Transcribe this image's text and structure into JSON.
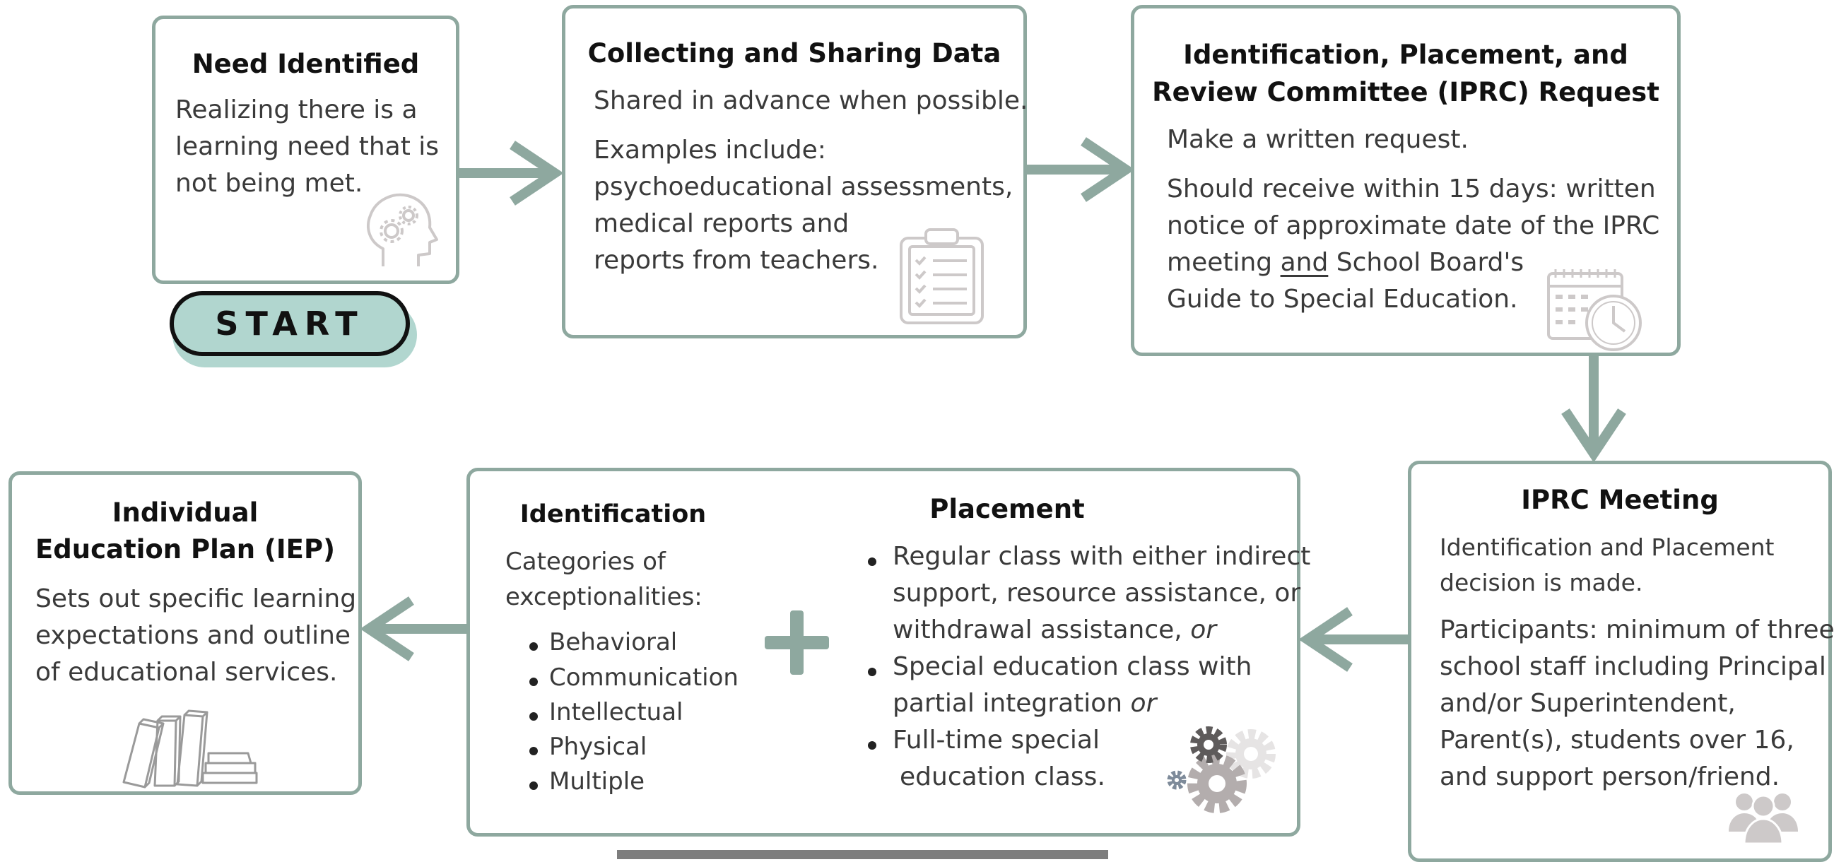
{
  "start_button": {
    "label": "START"
  },
  "cards": {
    "need": {
      "title": "Need Identified",
      "body": [
        "Realizing there is a",
        "learning need that is",
        "not being met."
      ]
    },
    "collecting": {
      "title": "Collecting and Sharing Data",
      "line1": "Shared in advance when possible.",
      "body": [
        "Examples include:",
        "psychoeducational assessments,",
        "medical reports and",
        "reports from teachers."
      ]
    },
    "request": {
      "title": [
        "Identification, Placement, and",
        "Review Committee (IPRC) Request"
      ],
      "line1": "Make a written request.",
      "body_l1": "Should receive within 15 days: written",
      "body_l2": "notice of approximate date of the IPRC",
      "body_l3_pre": "meeting ",
      "body_l3_ul": "and",
      "body_l3_post": " School Board's",
      "body_l4": "Guide to Special Education."
    },
    "meeting": {
      "title": "IPRC Meeting",
      "decision": [
        "Identification and Placement",
        "decision is made."
      ],
      "participants": [
        "Participants: minimum of three",
        "school staff including Principal",
        "and/or Superintendent,",
        "Parent(s), students over 16,",
        "and support person/friend."
      ]
    },
    "identification": {
      "title": "Identification",
      "intro": [
        "Categories of",
        "exceptionalities:"
      ],
      "categories": [
        "Behavioral",
        "Communication",
        "Intellectual",
        "Physical",
        "Multiple"
      ]
    },
    "placement": {
      "title": "Placement",
      "b1": [
        "Regular class with either indirect",
        "support, resource assistance, or"
      ],
      "b1_l3": "withdrawal assistance, ",
      "b1_or": "or",
      "b2_l1": "Special education class with",
      "b2_l2": "partial integration ",
      "b2_or": "or",
      "b3": [
        "Full-time special",
        "education class."
      ]
    },
    "iep": {
      "title": [
        "Individual",
        "Education Plan (IEP)"
      ],
      "body": [
        "Sets out specific learning",
        "expectations and outline",
        "of educational services."
      ]
    }
  },
  "colors": {
    "border": "#8ea89f",
    "arrow": "#8ea89f",
    "start_fill": "#b1d6cf",
    "icon": "#cdc9c9"
  },
  "icons": [
    "brain-gears-icon",
    "clipboard-checklist-icon",
    "calendar-clock-icon",
    "people-group-icon",
    "gears-icon",
    "books-icon",
    "plus-icon"
  ]
}
